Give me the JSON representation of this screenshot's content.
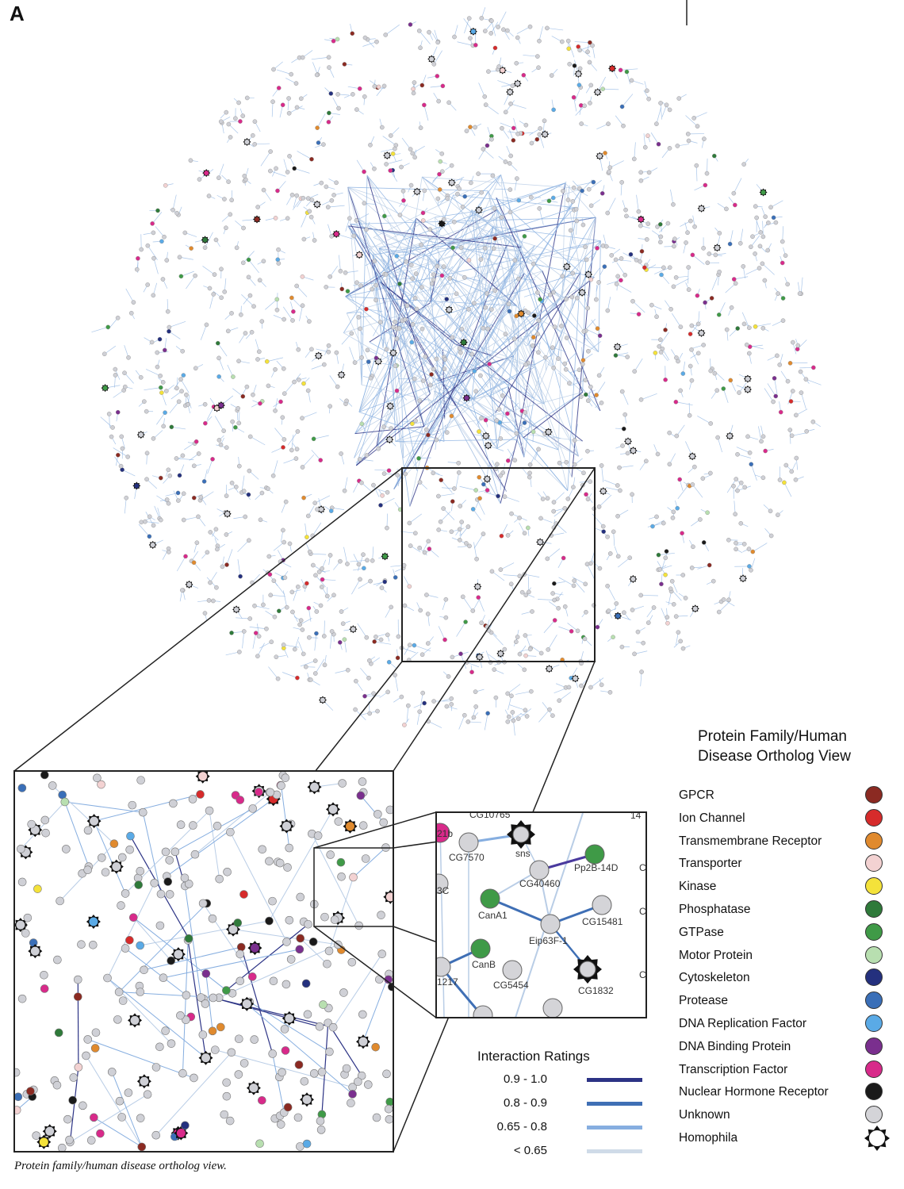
{
  "panel_label": "A",
  "caption": "Protein family/human disease ortholog view.",
  "legend": {
    "title_line1": "Protein Family/Human",
    "title_line2": "Disease Ortholog View",
    "items": [
      {
        "label": "GPCR",
        "color": "#8b2a22"
      },
      {
        "label": "Ion Channel",
        "color": "#d62b2b"
      },
      {
        "label": "Transmembrane  Receptor",
        "color": "#e08a2e"
      },
      {
        "label": "Transporter",
        "color": "#f3d2d2"
      },
      {
        "label": "Kinase",
        "color": "#f4e23a"
      },
      {
        "label": "Phosphatase",
        "color": "#2f7a3a"
      },
      {
        "label": "GTPase",
        "color": "#3f9a47"
      },
      {
        "label": "Motor Protein",
        "color": "#b8dfb0"
      },
      {
        "label": "Cytoskeleton",
        "color": "#24307e"
      },
      {
        "label": "Protease",
        "color": "#3a6fb8"
      },
      {
        "label": "DNA Replication Factor",
        "color": "#5aaae6"
      },
      {
        "label": "DNA Binding Protein",
        "color": "#7a2f8e"
      },
      {
        "label": "Transcription Factor",
        "color": "#d82a8a"
      },
      {
        "label": "Nuclear Hormone Receptor",
        "color": "#1a1a1a"
      },
      {
        "label": "Unknown",
        "color": "#d4d4d8"
      },
      {
        "label": "Homophila",
        "color": "#ffffff",
        "icon": "star-outline-icon"
      }
    ]
  },
  "interaction_ratings": {
    "title": "Interaction Ratings",
    "items": [
      {
        "label": "0.9 - 1.0",
        "color": "#2c3385"
      },
      {
        "label": "0.8 - 0.9",
        "color": "#3f6fb5"
      },
      {
        "label": "0.65 - 0.8",
        "color": "#86aee0"
      },
      {
        "label": "< 0.65",
        "color": "#cfdbe8"
      }
    ]
  },
  "zoom_nodes": [
    {
      "label": "21b"
    },
    {
      "label": "CG7570"
    },
    {
      "label": "sns"
    },
    {
      "label": "Pp2B-14D"
    },
    {
      "label": "CG40460"
    },
    {
      "label": "3C"
    },
    {
      "label": "CanA1"
    },
    {
      "label": "CG15481"
    },
    {
      "label": "Eip63F-1"
    },
    {
      "label": "CanB"
    },
    {
      "label": "CG5454"
    },
    {
      "label": "CG1832"
    },
    {
      "label": "1217"
    },
    {
      "label": "C"
    },
    {
      "label": "C"
    },
    {
      "label": "C"
    },
    {
      "label": "CG10765"
    },
    {
      "label": "14"
    }
  ],
  "palette_weights": {
    "unknown": "#cfd0d6",
    "edge_light": "#b9cde6",
    "edge_mid": "#86aee0",
    "edge_dark": "#2c3385"
  }
}
